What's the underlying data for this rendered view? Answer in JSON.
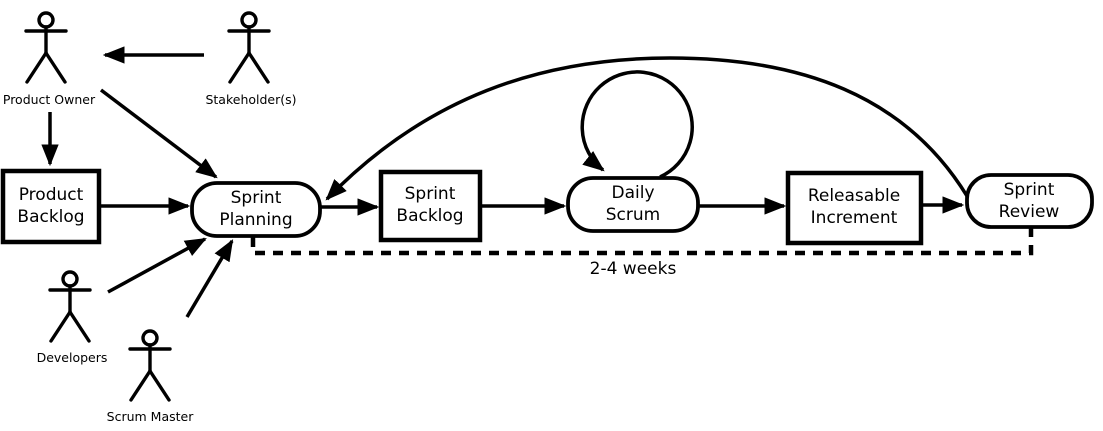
{
  "diagram": {
    "type": "scrum-process-flow",
    "colors": {
      "line": "#000000",
      "text": "#000000",
      "node_fill": "#ffffff",
      "background": "#ffffff"
    },
    "actors": {
      "product_owner": "Product Owner",
      "stakeholders": "Stakeholder(s)",
      "developers": "Developers",
      "scrum_master": "Scrum Master"
    },
    "nodes": {
      "product_backlog": {
        "line1": "Product",
        "line2": "Backlog",
        "shape": "rectangle"
      },
      "sprint_planning": {
        "line1": "Sprint",
        "line2": "Planning",
        "shape": "rounded"
      },
      "sprint_backlog": {
        "line1": "Sprint",
        "line2": "Backlog",
        "shape": "rectangle"
      },
      "daily_scrum": {
        "line1": "Daily",
        "line2": "Scrum",
        "shape": "rounded"
      },
      "releasable_increment": {
        "line1": "Releasable",
        "line2": "Increment",
        "shape": "rectangle"
      },
      "sprint_review": {
        "line1": "Sprint",
        "line2": "Review",
        "shape": "rounded"
      }
    },
    "annotations": {
      "sprint_duration": "2-4 weeks"
    },
    "edges": [
      {
        "from": "Stakeholder(s)",
        "to": "Product Owner",
        "style": "arrow"
      },
      {
        "from": "Product Owner",
        "to": "Product Backlog",
        "style": "arrow"
      },
      {
        "from": "Product Owner",
        "to": "Sprint Planning",
        "style": "arrow"
      },
      {
        "from": "Product Backlog",
        "to": "Sprint Planning",
        "style": "arrow"
      },
      {
        "from": "Developers",
        "to": "Sprint Planning",
        "style": "arrow"
      },
      {
        "from": "Scrum Master",
        "to": "Sprint Planning",
        "style": "arrow"
      },
      {
        "from": "Sprint Planning",
        "to": "Sprint Backlog",
        "style": "arrow"
      },
      {
        "from": "Sprint Backlog",
        "to": "Daily Scrum",
        "style": "arrow"
      },
      {
        "from": "Daily Scrum",
        "to": "Daily Scrum",
        "style": "self-loop-arrow"
      },
      {
        "from": "Daily Scrum",
        "to": "Releasable Increment",
        "style": "arrow"
      },
      {
        "from": "Releasable Increment",
        "to": "Sprint Review",
        "style": "arrow"
      },
      {
        "from": "Sprint Review",
        "to": "Sprint Planning",
        "style": "curved-arrow"
      },
      {
        "from": "Sprint Planning",
        "to": "Sprint Review",
        "style": "dashed",
        "label": "2-4 weeks"
      }
    ]
  }
}
